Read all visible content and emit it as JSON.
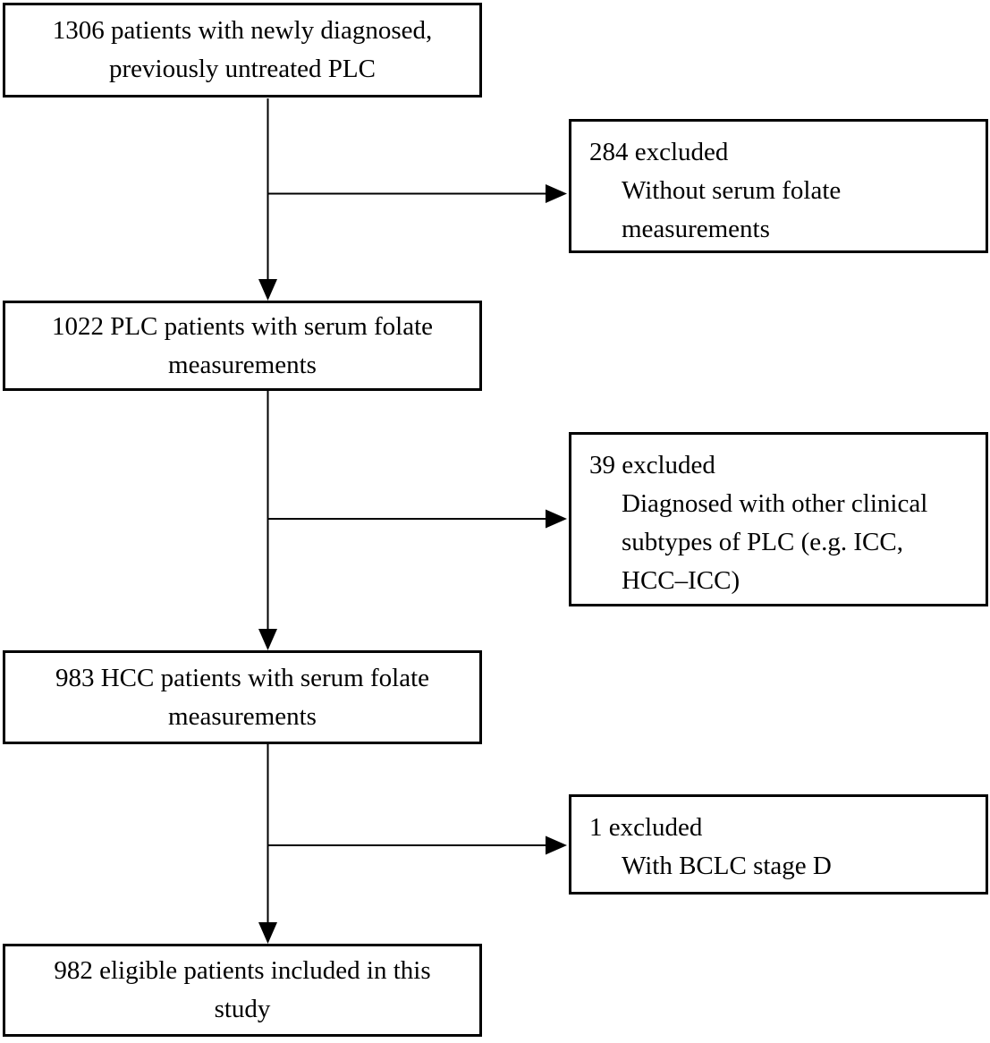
{
  "diagram": {
    "main_boxes": [
      {
        "lines": [
          "1306 patients with newly diagnosed,",
          "previously untreated PLC"
        ]
      },
      {
        "lines": [
          "1022 PLC patients with serum folate",
          "measurements"
        ]
      },
      {
        "lines": [
          "983 HCC patients with serum folate",
          "measurements"
        ]
      },
      {
        "lines": [
          "982 eligible patients included in this",
          "study"
        ]
      }
    ],
    "exclusion_boxes": [
      {
        "count_line": "284 excluded",
        "detail_lines": [
          "Without serum folate",
          "measurements"
        ]
      },
      {
        "count_line": "39 excluded",
        "detail_lines": [
          "Diagnosed with other clinical",
          "subtypes of PLC (e.g. ICC,",
          "HCC–ICC)"
        ]
      },
      {
        "count_line": "1 excluded",
        "detail_lines": [
          "With BCLC stage D"
        ]
      }
    ],
    "colors": {
      "background": "#ffffff",
      "line": "#000000",
      "text": "#000000"
    }
  }
}
